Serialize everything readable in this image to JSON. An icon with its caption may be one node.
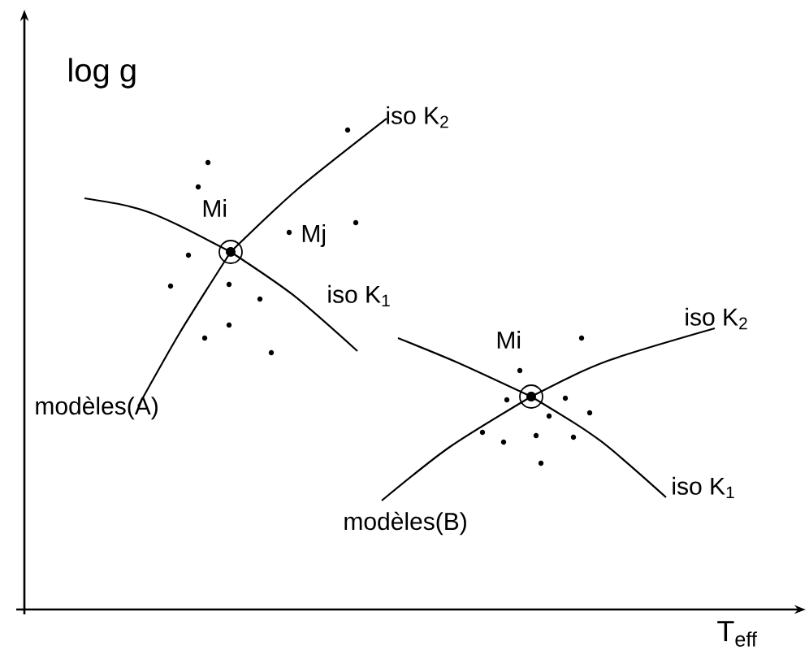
{
  "diagram": {
    "labels": [
      "log g",
      "iso K$_{2}$",
      "Mi",
      "Mj",
      "iso K$_{1}$",
      "modèles(A)",
      "iso K$_{2}$",
      "Mi",
      "iso K$_{1}$",
      "modèles(B)",
      "T$_{eff}$"
    ]
  }
}
